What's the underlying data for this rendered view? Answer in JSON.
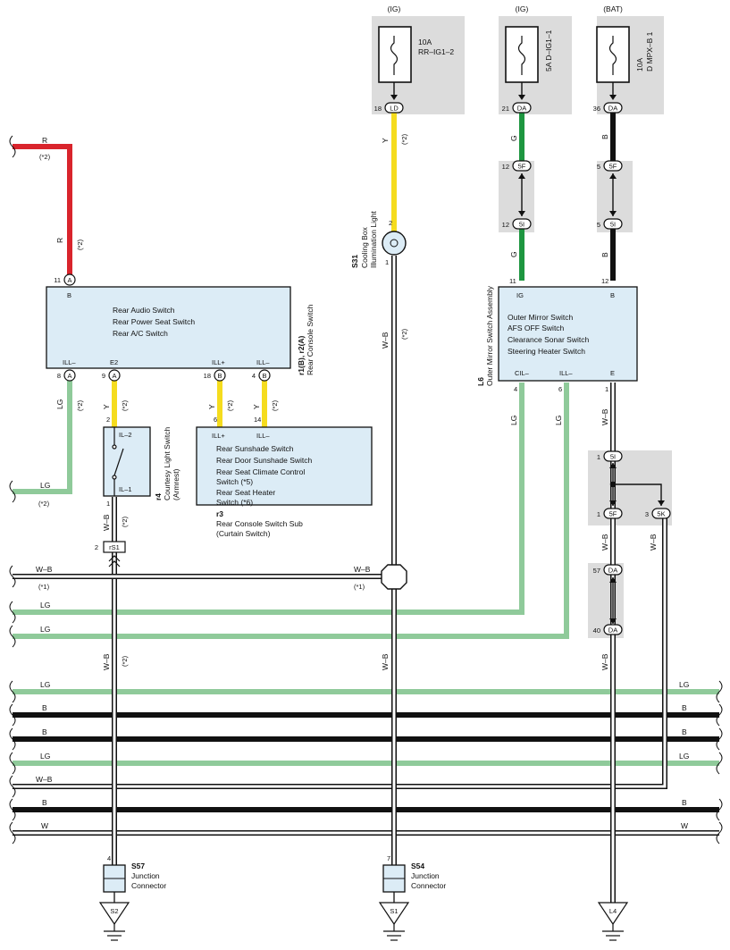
{
  "sources": {
    "ig1": "(IG)",
    "ig2": "(IG)",
    "bat": "(BAT)"
  },
  "fuses": {
    "rr_ig": {
      "amp": "10A",
      "name": "RR–IG1–2"
    },
    "d_ig": {
      "amp": "5A",
      "name": "D–IG1–1"
    },
    "d_mpx": {
      "amp": "10A",
      "name": "D MPX–B 1"
    }
  },
  "connectors": {
    "ld": "LD",
    "da": "DA",
    "f5": "5F",
    "i5": "5I",
    "k5": "5K",
    "a": "A",
    "b": "B",
    "rs1": "rS1"
  },
  "pins": {
    "p18": "18",
    "p21": "21",
    "p36": "36",
    "p12": "12",
    "p5": "5",
    "p11": "11",
    "p8": "8",
    "p9": "9",
    "p4": "4",
    "p2": "2",
    "p1": "1",
    "p6": "6",
    "p14": "14",
    "p3": "3",
    "p57": "57",
    "p40": "40",
    "p7": "7"
  },
  "wires": {
    "r": "R",
    "y": "Y",
    "g": "G",
    "b": "B",
    "lg": "LG",
    "wb": "W–B",
    "w": "W",
    "n1": "(*1)",
    "n2": "(*2)"
  },
  "rear_console": {
    "ref": "r1(B), r2(A)",
    "name": "Rear Console Switch",
    "lines": [
      "Rear Audio Switch",
      "Rear Power Seat Switch",
      "Rear A/C Switch"
    ],
    "t_b": "B",
    "t_ill_m": "ILL–",
    "t_e2": "E2",
    "t_ill_p": "ILL+",
    "t_ill_m2": "ILL–"
  },
  "sub_switch": {
    "ref": "r3",
    "name1": "Rear Console Switch Sub",
    "name2": "(Curtain Switch)",
    "lines": [
      "Rear Sunshade Switch",
      "Rear Door Sunshade Switch",
      "Rear Seat Climate Control",
      "Switch (*5)",
      "Rear Seat Heater",
      "Switch (*6)"
    ],
    "t_ill_p": "ILL+",
    "t_ill_m": "ILL–"
  },
  "courtesy": {
    "ref": "r4",
    "name1": "Courtesy Light Switch",
    "name2": "(Armrest)",
    "t1": "IL–2",
    "t2": "IL–1"
  },
  "cooling": {
    "ref": "S31",
    "name1": "Cooling Box",
    "name2": "Illumination Light"
  },
  "mirror": {
    "ref": "L6",
    "name": "Outer Mirror Switch Assembly",
    "lines": [
      "Outer Mirror Switch",
      "AFS OFF Switch",
      "Clearance Sonar Switch",
      "Steering Heater Switch"
    ],
    "t_ig": "IG",
    "t_b": "B",
    "t_cil": "CIL–",
    "t_ill": "ILL–",
    "t_e": "E"
  },
  "junctions": {
    "s57": {
      "ref": "S57",
      "l1": "Junction",
      "l2": "Connector",
      "ground": "S2"
    },
    "s54": {
      "ref": "S54",
      "l1": "Junction",
      "l2": "Connector",
      "ground": "S1"
    },
    "l4": {
      "ground": "L4"
    }
  },
  "colors": {
    "red": "#d9242c",
    "yellow": "#f5dc1e",
    "green": "#1e9640",
    "lightgreen": "#8fca9a",
    "black": "#111111",
    "box": "#dcecf6",
    "gray": "#dcdcdc"
  }
}
